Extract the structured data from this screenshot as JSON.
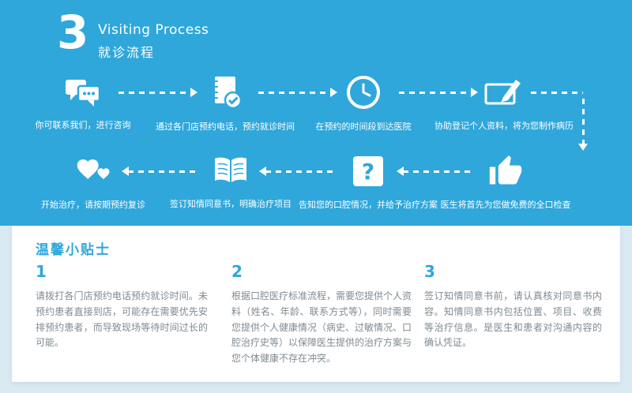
{
  "header": {
    "step_number": "3",
    "title_en": "Visiting Process",
    "title_zh": "就诊流程"
  },
  "flow": {
    "row1": [
      {
        "icon": "chat-icon",
        "label": "你可联系我们，进行咨询"
      },
      {
        "icon": "notebook-check-icon",
        "label": "通过各门店预约电话，预约就诊时间"
      },
      {
        "icon": "clock-icon",
        "label": "在预约的时间段到达医院"
      },
      {
        "icon": "tablet-pen-icon",
        "label": "协助登记个人资料，将为您制作病历"
      }
    ],
    "row2": [
      {
        "icon": "hearts-icon",
        "label": "开始治疗，请按期预约复诊"
      },
      {
        "icon": "open-book-icon",
        "label": "签订知情同意书，明确治疗项目"
      },
      {
        "icon": "question-mark-icon",
        "label": "告知您的口腔情况，并给予治疗方案"
      },
      {
        "icon": "thumbs-up-icon",
        "label": "医生将首先为您做免费的全口检查"
      }
    ]
  },
  "tips": {
    "title": "温馨小贴士",
    "items": [
      {
        "number": "1",
        "text": "请拨打各门店预约电话预约就诊时间。未预约患者直接到店，可能存在需要优先安排预约患者，而导致现场等待时间过长的可能。"
      },
      {
        "number": "2",
        "text": "根据口腔医疗标准流程，需要您提供个人资料（姓名、年龄、联系方式等），同时需要您提供个人健康情况（病史、过敏情况、口腔治疗史等）以保障医生提供的治疗方案与您个体健康不存在冲突。"
      },
      {
        "number": "3",
        "text": "签订知情同意书前，请认真核对同意书内容。知情同意书内包括位置、项目、收费等治疗信息。是医生和患者对沟通内容的确认凭证。"
      }
    ]
  },
  "colors": {
    "primary_blue": "#2FA7DB",
    "bg_bottom": "#D9EAF3",
    "text_gray": "#7F8A91"
  }
}
